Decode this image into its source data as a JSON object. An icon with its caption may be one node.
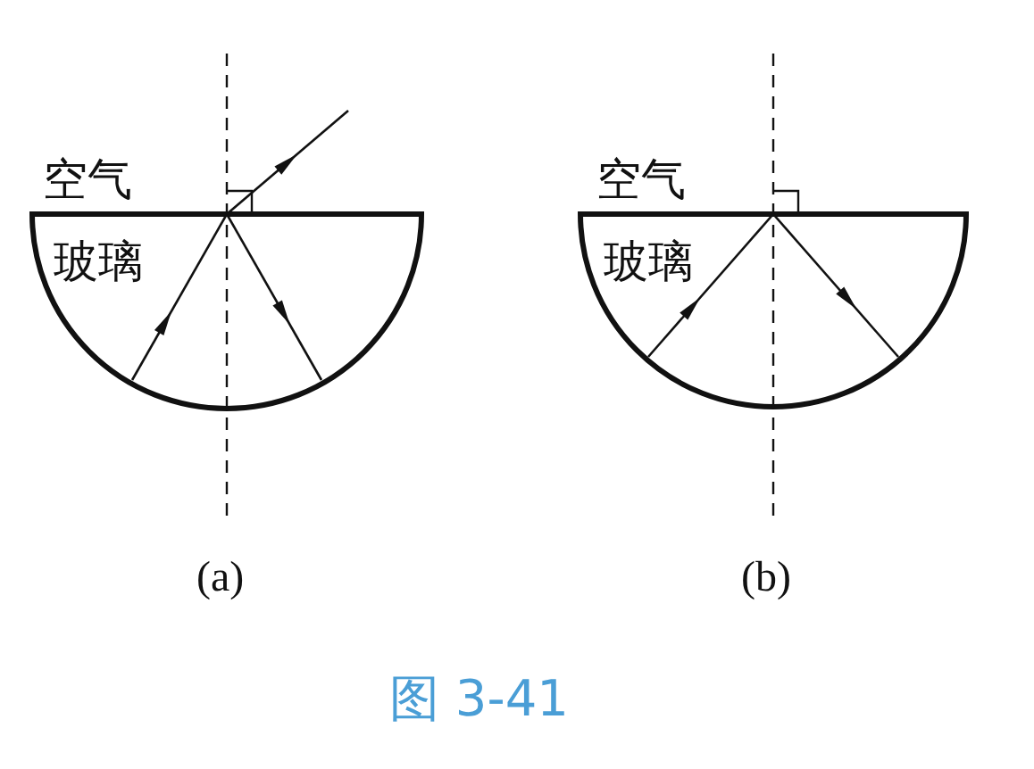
{
  "diagram": {
    "caption": "图 3-41",
    "labels": [
      "空气",
      "玻璃",
      "(a)",
      "空气",
      "玻璃",
      "(b)"
    ]
  }
}
